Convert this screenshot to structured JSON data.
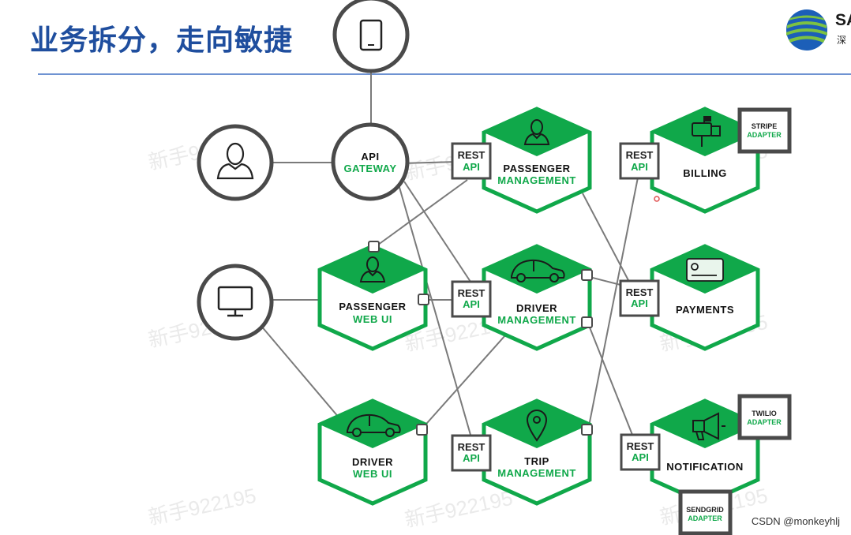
{
  "header": {
    "title": "业务拆分，走向敏捷",
    "logo_text": "SA",
    "logo_sub": "深"
  },
  "watermark": "新手922195",
  "credit": "CSDN @monkeyhlj",
  "gateway": {
    "line1": "API",
    "line2": "GATEWAY"
  },
  "rest_label": {
    "line1": "REST",
    "line2": "API"
  },
  "services": {
    "passenger_mgmt": {
      "line1": "PASSENGER",
      "line2": "MANAGEMENT",
      "icon": "person-icon"
    },
    "billing": {
      "line1": "BILLING",
      "line2": "",
      "icon": "mailbox-icon"
    },
    "passenger_web": {
      "line1": "PASSENGER",
      "line2": "WEB UI",
      "icon": "person-icon"
    },
    "driver_mgmt": {
      "line1": "DRIVER",
      "line2": "MANAGEMENT",
      "icon": "car-icon"
    },
    "payments": {
      "line1": "PAYMENTS",
      "line2": "",
      "icon": "credit-card-icon"
    },
    "driver_web": {
      "line1": "DRIVER",
      "line2": "WEB UI",
      "icon": "car-icon"
    },
    "trip_mgmt": {
      "line1": "TRIP",
      "line2": "MANAGEMENT",
      "icon": "location-pin-icon"
    },
    "notification": {
      "line1": "NOTIFICATION",
      "line2": "",
      "icon": "megaphone-icon"
    }
  },
  "adapters": {
    "stripe": {
      "line1": "STRIPE",
      "line2": "ADAPTER"
    },
    "twilio": {
      "line1": "TWILIO",
      "line2": "ADAPTER"
    },
    "sendgrid": {
      "line1": "SENDGRID",
      "line2": "ADAPTER"
    }
  },
  "clients": {
    "mobile": {
      "icon": "mobile-phone-icon"
    },
    "user": {
      "icon": "user-icon"
    },
    "desktop": {
      "icon": "monitor-icon"
    }
  },
  "colors": {
    "green": "#10a84a",
    "title_blue": "#1f4e9e",
    "rule": "#6f93d2",
    "outline": "#4a4a4a",
    "line": "#7a7a7a"
  }
}
